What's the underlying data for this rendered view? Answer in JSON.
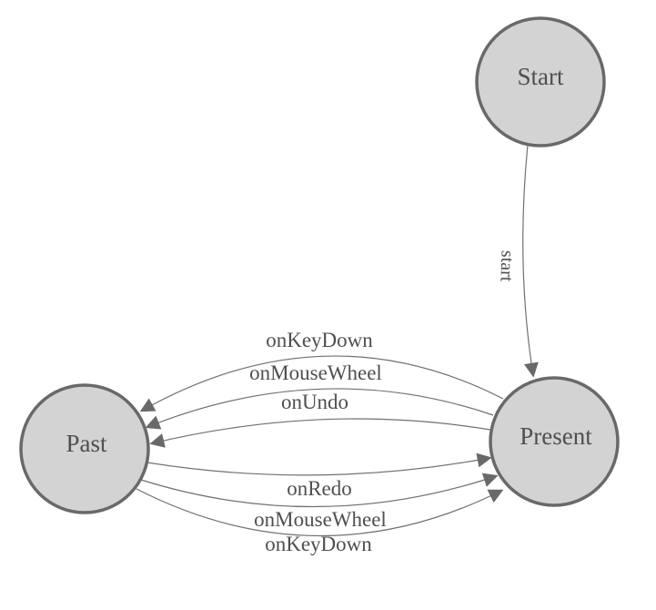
{
  "diagram": {
    "type": "state-machine",
    "nodes": [
      {
        "id": "start",
        "label": "Start"
      },
      {
        "id": "past",
        "label": "Past"
      },
      {
        "id": "present",
        "label": "Present"
      }
    ],
    "edges": [
      {
        "from": "start",
        "to": "present",
        "label": "start"
      },
      {
        "from": "present",
        "to": "past",
        "label": "onKeyDown"
      },
      {
        "from": "present",
        "to": "past",
        "label": "onMouseWheel"
      },
      {
        "from": "present",
        "to": "past",
        "label": "onUndo"
      },
      {
        "from": "past",
        "to": "present",
        "label": "onRedo"
      },
      {
        "from": "past",
        "to": "present",
        "label": "onMouseWheel"
      },
      {
        "from": "past",
        "to": "present",
        "label": "onKeyDown"
      }
    ],
    "colors": {
      "node_fill": "#d3d3d3",
      "node_border": "#696969",
      "edge_stroke": "#707070",
      "arrow_fill": "#696969",
      "label_text": "#4f4f4f",
      "background": "#ffffff"
    }
  }
}
